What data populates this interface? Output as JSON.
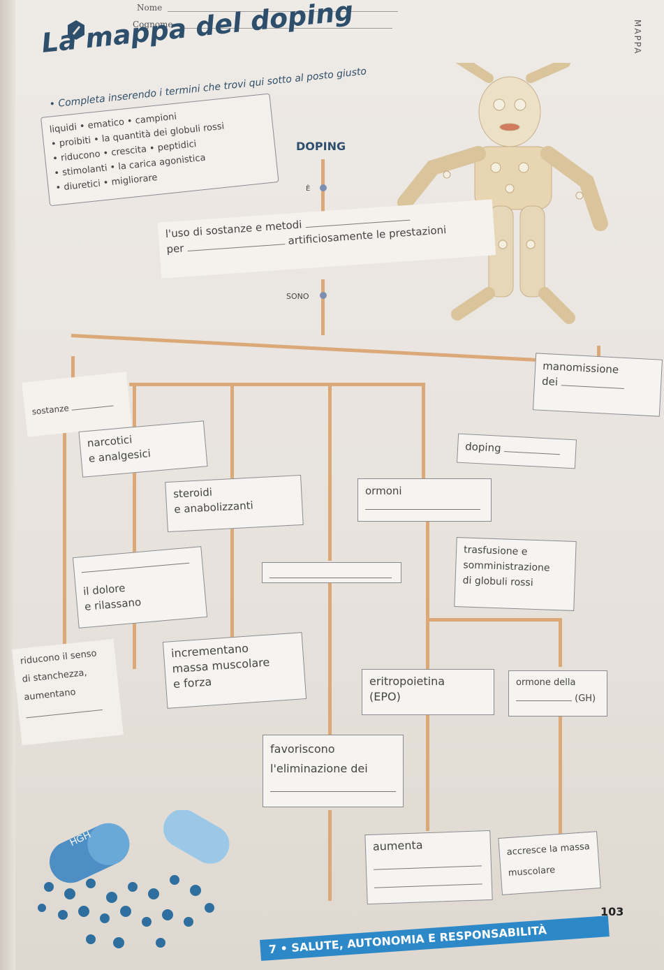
{
  "header": {
    "nome_label": "Nome",
    "cognome_label": "Cognome",
    "section_tab": "MAPPA"
  },
  "title": "La mappa del doping",
  "instruction": "Completa inserendo i termini che trovi qui sotto al posto giusto",
  "word_bank": [
    "liquidi • ematico • campioni",
    "• proibiti • la quantità dei globuli rossi",
    "• riducono • crescita • peptidici",
    "• stimolanti • la carica agonistica",
    "• diuretici • migliorare"
  ],
  "map": {
    "root": "DOPING",
    "connector_e": "È",
    "definition_line1": "l'uso di sostanze e metodi",
    "definition_line2_prefix": "per",
    "definition_line2_suffix": "artificiosamente le prestazioni",
    "connector_sono": "SONO",
    "sostanze": "sostanze",
    "manomissione_line1": "manomissione",
    "manomissione_line2": "dei",
    "narcotici_line1": "narcotici",
    "narcotici_line2": "e analgesici",
    "doping_box": "doping",
    "steroidi_line1": "steroidi",
    "steroidi_line2": "e anabolizzanti",
    "ormoni": "ormoni",
    "trasfusione_line1": "trasfusione e",
    "trasfusione_line2": "somministrazione",
    "trasfusione_line3": "di globuli rossi",
    "dolore_line1": "il dolore",
    "dolore_line2": "e rilassano",
    "riducono_line1": "riducono il senso",
    "riducono_line2": "di stanchezza,",
    "riducono_line3": "aumentano",
    "incrementano_line1": "incrementano",
    "incrementano_line2": "massa muscolare",
    "incrementano_line3": "e forza",
    "epo_line1": "eritropoietina",
    "epo_line2": "(EPO)",
    "gh_line1": "ormone della",
    "gh_line2": "(GH)",
    "favoriscono_line1": "favoriscono",
    "favoriscono_line2": "l'eliminazione dei",
    "aumenta": "aumenta",
    "accresce_line1": "accresce la massa",
    "accresce_line2": "muscolare"
  },
  "illustration": {
    "capsule_label": "HGH",
    "figure": "pill-figure-icon"
  },
  "footer": {
    "chapter": "7 • SALUTE, AUTONOMIA E RESPONSABILITÀ",
    "page_number": "103"
  },
  "colors": {
    "connector": "#dba977",
    "title": "#2d4f6c",
    "footer": "#2d88c8"
  }
}
